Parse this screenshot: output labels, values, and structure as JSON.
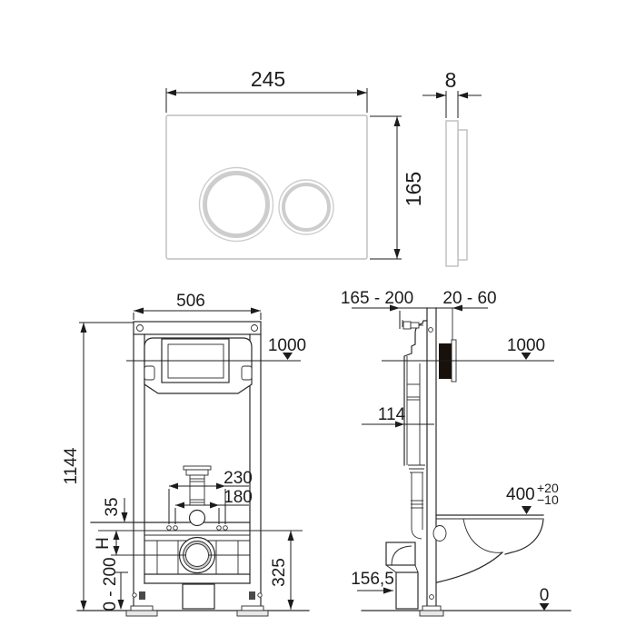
{
  "drawing": {
    "plate_front": {
      "width": "245",
      "height": "165"
    },
    "plate_side": {
      "thickness": "8"
    },
    "frame_front": {
      "width": "506",
      "height": "1144",
      "level": "1000",
      "stud_outer": "230",
      "stud_inner": "180",
      "offset_top": "35",
      "height_h": "H",
      "foot_range": "0 - 200",
      "outlet_level": "325"
    },
    "side_install": {
      "supply_range": "165 - 200",
      "wall_range": "20 - 60",
      "level": "1000",
      "cistern_depth": "114",
      "bowl_height": "400",
      "bowl_tol_plus": "+20",
      "bowl_tol_minus": "−10",
      "waste_height": "156,5",
      "floor_level": "0"
    }
  },
  "colors": {
    "line_dark": "#2b2b2b",
    "line_light": "#bdbdbd",
    "ring_gray": "#cdcdcd",
    "filled_plate": "#18110b",
    "text": "#1c1c1c",
    "background": "#ffffff"
  }
}
